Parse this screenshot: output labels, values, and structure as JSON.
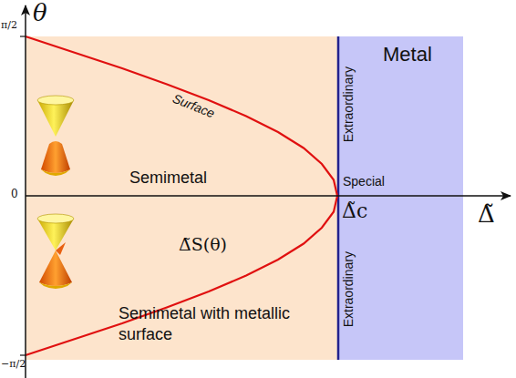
{
  "diagram": {
    "nodes": [
      {
        "text": [
          "Metal"
        ]
      }
    ],
    "labels": [
      "θ",
      "π/2",
      "0",
      "−π/2",
      "Surface",
      "Semimetal",
      "Δ̃S(θ)",
      "Semimetal with metallic surface",
      "Extraordinary",
      "Special",
      "Δ̃c",
      "Extraordinary",
      "Δ̃"
    ]
  }
}
